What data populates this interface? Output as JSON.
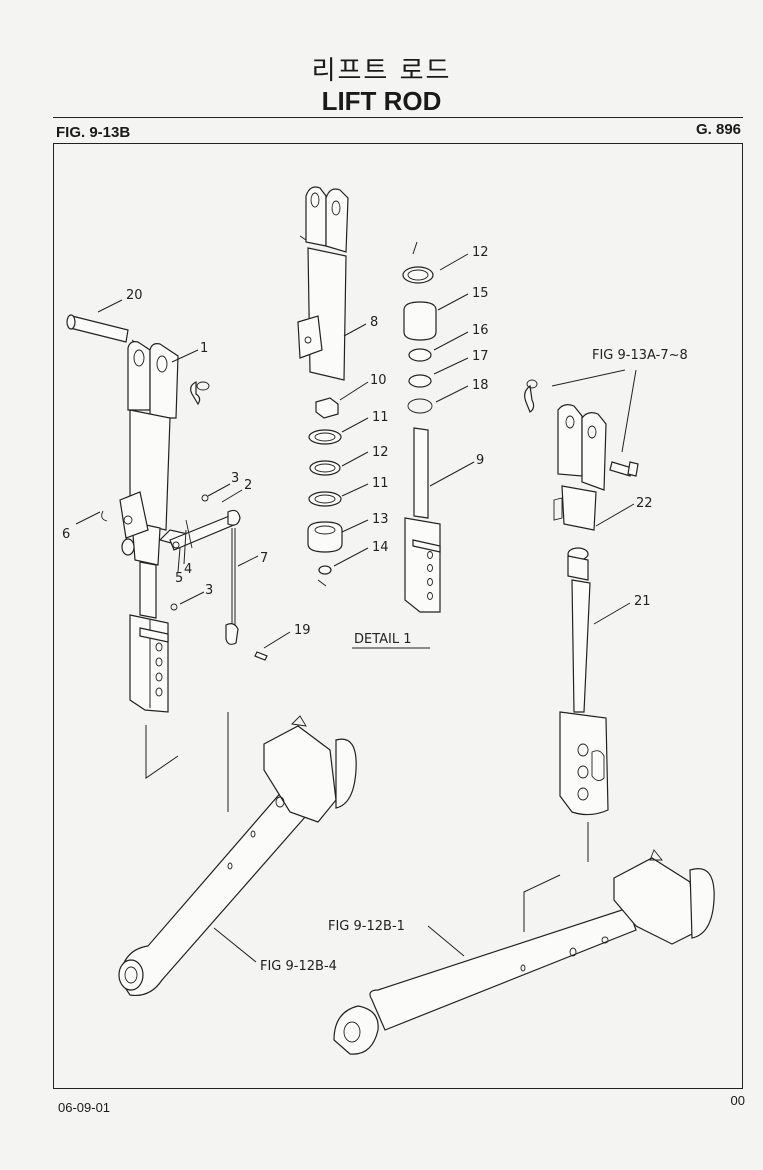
{
  "header": {
    "title_korean": "리프트 로드",
    "title_english": "LIFT ROD",
    "figure_number": "FIG. 9-13B",
    "group_number": "G. 896"
  },
  "callouts": {
    "c1": "1",
    "c2": "2",
    "c3a": "3",
    "c3b": "3",
    "c4": "4",
    "c5": "5",
    "c6": "6",
    "c7": "7",
    "c8": "8",
    "c9": "9",
    "c10": "10",
    "c11a": "11",
    "c11b": "11",
    "c12a": "12",
    "c12b": "12",
    "c13": "13",
    "c14": "14",
    "c15": "15",
    "c16": "16",
    "c17": "17",
    "c18": "18",
    "c19": "19",
    "c20": "20",
    "c21": "21",
    "c22": "22"
  },
  "references": {
    "ref_13a": "FIG 9-13A-7~8",
    "ref_12b1": "FIG 9-12B-1",
    "ref_12b4": "FIG 9-12B-4",
    "detail": "DETAIL 1"
  },
  "footer": {
    "date": "06-09-01",
    "page": "00"
  }
}
